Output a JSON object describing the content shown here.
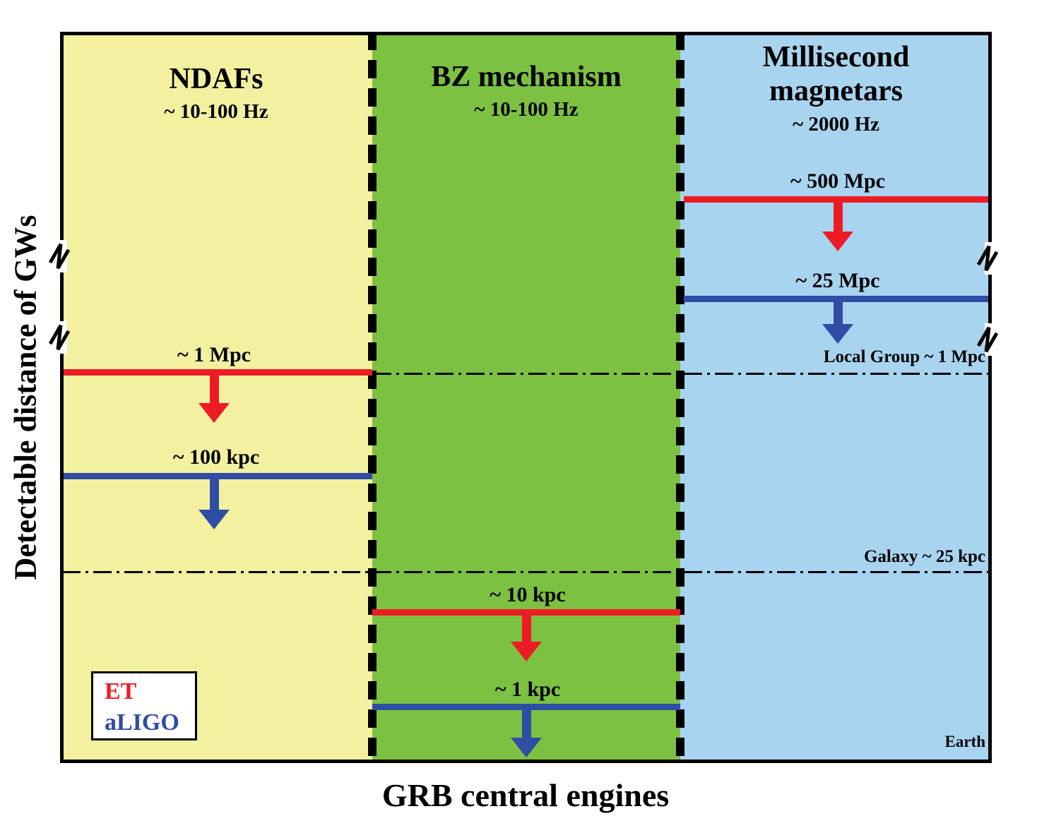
{
  "colors": {
    "et": "#ed1c24",
    "aligo": "#2f4da5",
    "panel-yellow": "#f3f1a0",
    "panel-green": "#7cc142",
    "panel-blue": "#a9d4f0"
  },
  "axes": {
    "y_label": "Detectable distance of GWs",
    "x_label": "GRB central engines"
  },
  "legend": {
    "et": "ET",
    "aligo": "aLIGO"
  },
  "panels": [
    {
      "title": "NDAFs",
      "frequency": "~ 10-100 Hz",
      "et_distance": "~ 1 Mpc",
      "aligo_distance": "~ 100 kpc"
    },
    {
      "title": "BZ mechanism",
      "frequency": "~ 10-100 Hz",
      "et_distance": "~ 10 kpc",
      "aligo_distance": "~ 1 kpc"
    },
    {
      "title": "Millisecond magnetars",
      "frequency": "~ 2000 Hz",
      "et_distance": "~ 500 Mpc",
      "aligo_distance": "~ 25 Mpc"
    }
  ],
  "reference_lines": [
    {
      "label": "Local Group ~ 1 Mpc"
    },
    {
      "label": "Galaxy ~ 25 kpc"
    },
    {
      "label": "Earth"
    }
  ]
}
